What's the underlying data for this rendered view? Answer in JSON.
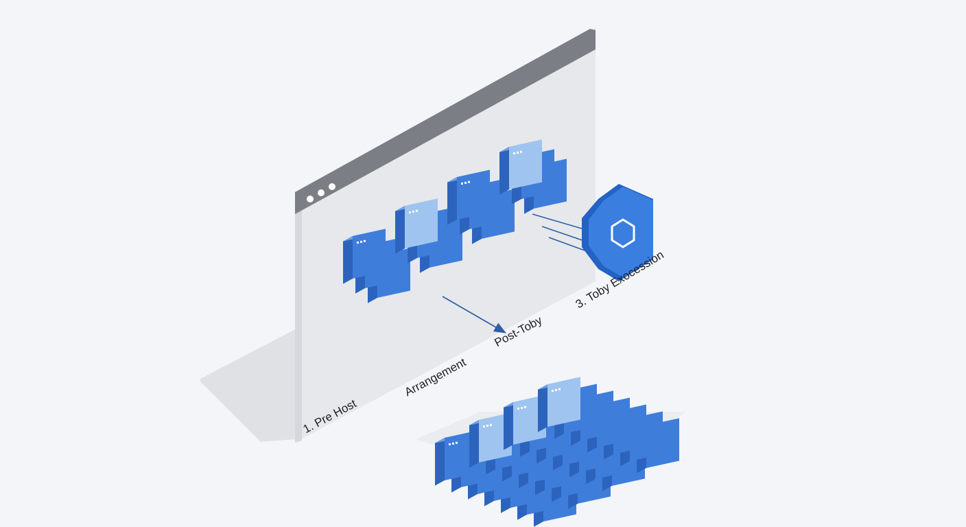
{
  "labels": {
    "step1": "1. Pre Host",
    "step2": "Arrangement",
    "step3": "Post-Toby",
    "step4": "3. Toby Exocession"
  },
  "colors": {
    "background": "#f3f5f8",
    "panel": "#e6e8eb",
    "panel_edge": "#d4d7dc",
    "titlebar": "#7b7f85",
    "shadow": "#dfe1e5",
    "server_front_dark": "#3f7ddb",
    "server_front_light": "#9fc4ef",
    "server_side": "#2c64bd",
    "server_top": "#6ea0e6",
    "shield": "#2f6fd6",
    "arrow": "#2d5fa8"
  },
  "icons": [
    "window-dots-icon",
    "shield-hexagon-icon",
    "server-rack-icon"
  ]
}
